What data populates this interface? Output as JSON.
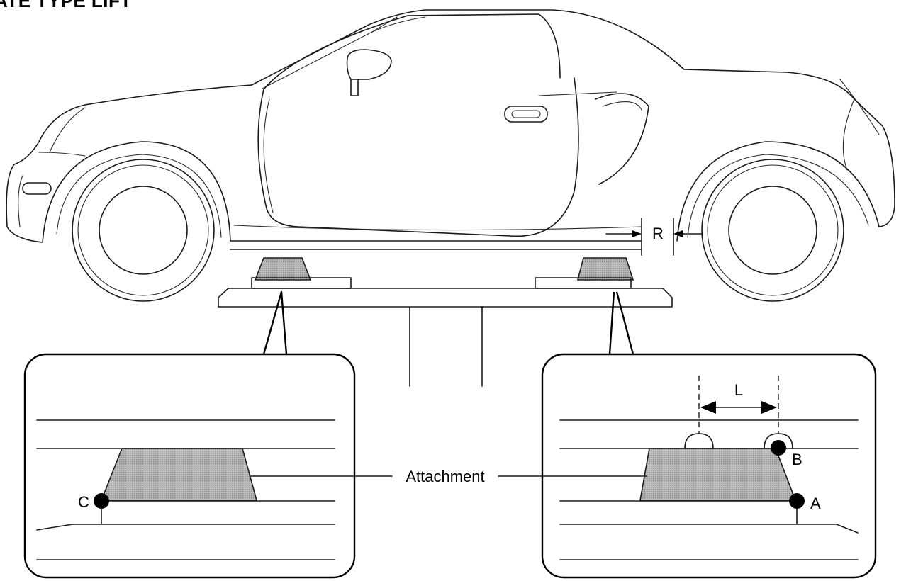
{
  "header": {
    "title": "ATE TYPE LIFT"
  },
  "labels": {
    "attachment": "Attachment",
    "point_a": "A",
    "point_b": "B",
    "point_c": "C",
    "dimension_l": "L",
    "dimension_r": "R"
  },
  "colors": {
    "line": "#1a1a1a",
    "block_fill": "#a9a9a9",
    "point": "#000000",
    "background": "#ffffff"
  }
}
